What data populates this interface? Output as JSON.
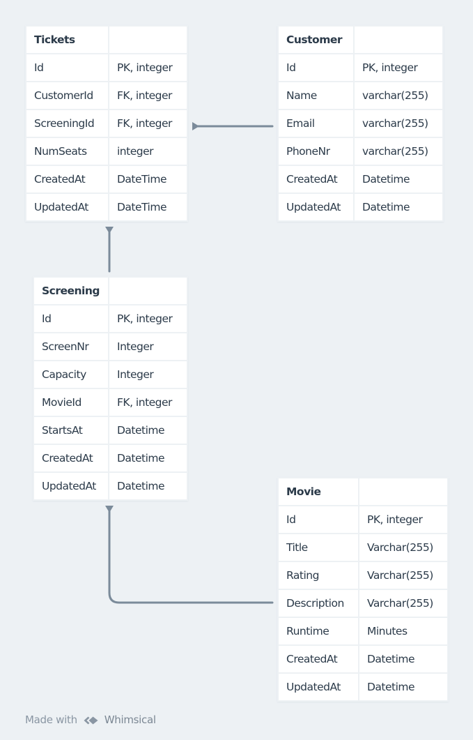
{
  "entities": {
    "tickets": {
      "name": "Tickets",
      "rows": [
        {
          "field": "Id",
          "type": "PK, integer"
        },
        {
          "field": "CustomerId",
          "type": "FK, integer"
        },
        {
          "field": "ScreeningId",
          "type": "FK, integer"
        },
        {
          "field": "NumSeats",
          "type": "integer"
        },
        {
          "field": "CreatedAt",
          "type": "DateTime"
        },
        {
          "field": "UpdatedAt",
          "type": "DateTime"
        }
      ]
    },
    "customer": {
      "name": "Customer",
      "rows": [
        {
          "field": "Id",
          "type": "PK, integer"
        },
        {
          "field": "Name",
          "type": "varchar(255)"
        },
        {
          "field": "Email",
          "type": "varchar(255)"
        },
        {
          "field": "PhoneNr",
          "type": "varchar(255)"
        },
        {
          "field": "CreatedAt",
          "type": "Datetime"
        },
        {
          "field": "UpdatedAt",
          "type": "Datetime"
        }
      ]
    },
    "screening": {
      "name": "Screening",
      "rows": [
        {
          "field": "Id",
          "type": "PK, integer"
        },
        {
          "field": "ScreenNr",
          "type": "Integer"
        },
        {
          "field": "Capacity",
          "type": "Integer"
        },
        {
          "field": "MovieId",
          "type": "FK, integer"
        },
        {
          "field": "StartsAt",
          "type": "Datetime"
        },
        {
          "field": "CreatedAt",
          "type": "Datetime"
        },
        {
          "field": "UpdatedAt",
          "type": "Datetime"
        }
      ]
    },
    "movie": {
      "name": "Movie",
      "rows": [
        {
          "field": "Id",
          "type": "PK, integer"
        },
        {
          "field": "Title",
          "type": "Varchar(255)"
        },
        {
          "field": "Rating",
          "type": "Varchar(255)"
        },
        {
          "field": "Description",
          "type": "Varchar(255)"
        },
        {
          "field": "Runtime",
          "type": "Minutes"
        },
        {
          "field": "CreatedAt",
          "type": "Datetime"
        },
        {
          "field": "UpdatedAt",
          "type": "Datetime"
        }
      ]
    }
  },
  "footer": {
    "prefix": "Made with",
    "brand": "Whimsical",
    "logo_icon": "whimsical-logo-icon"
  },
  "colors": {
    "background": "#edf1f4",
    "connector": "#7b8b9a",
    "text": "#2b3a49"
  }
}
